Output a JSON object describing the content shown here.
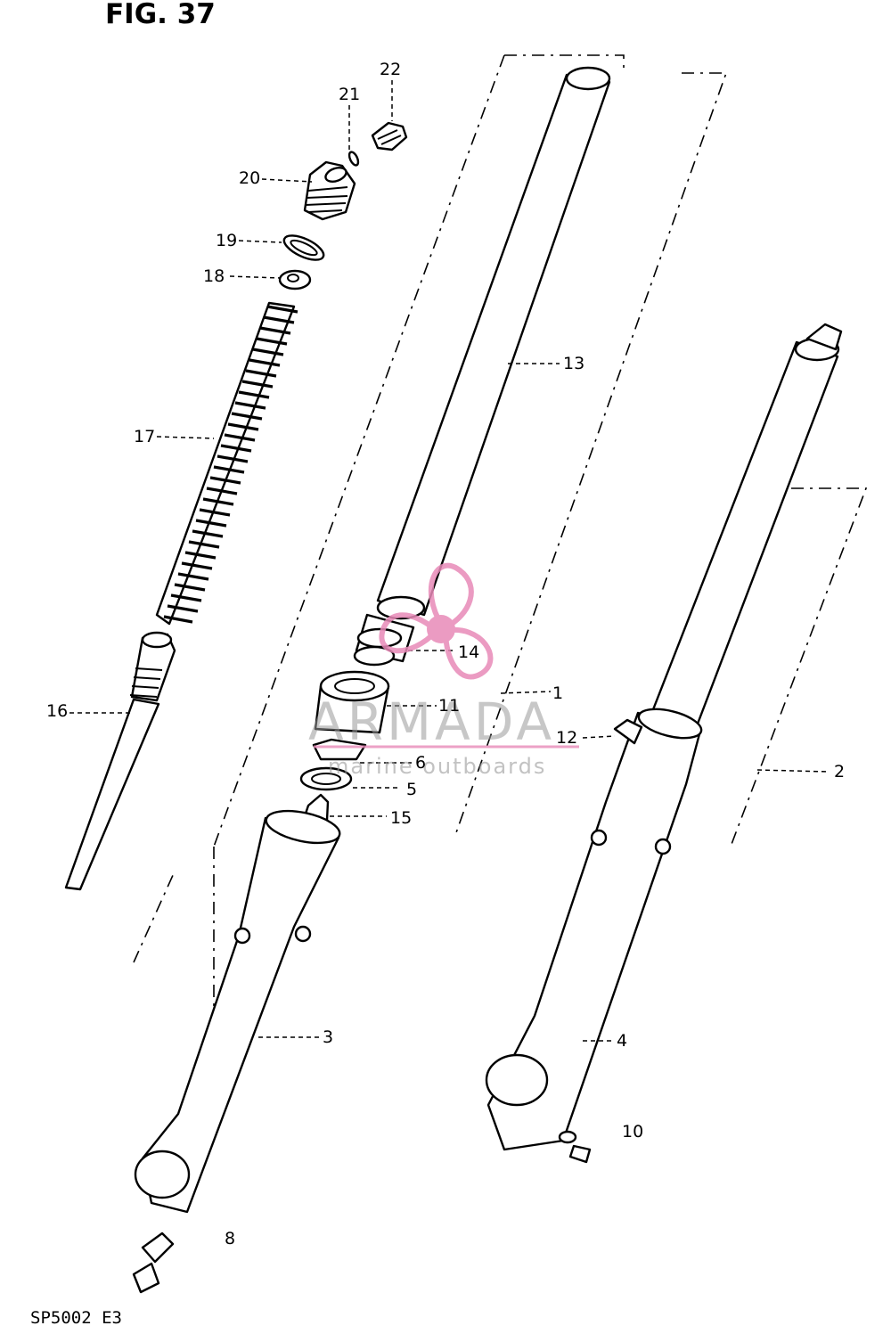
{
  "figure": {
    "title": "FIG. 37",
    "code": "SP5002 E3"
  },
  "callouts": {
    "c1": "1",
    "c2": "2",
    "c3": "3",
    "c4": "4",
    "c5": "5",
    "c6": "6",
    "c8": "8",
    "c10": "10",
    "c11": "11",
    "c12": "12",
    "c13": "13",
    "c14": "14",
    "c15": "15",
    "c16": "16",
    "c17": "17",
    "c18": "18",
    "c19": "19",
    "c20": "20",
    "c21": "21",
    "c22": "22"
  },
  "watermark": {
    "brand": "ARMADA",
    "tagline": "marine outboards",
    "color": "#e88ab8"
  }
}
